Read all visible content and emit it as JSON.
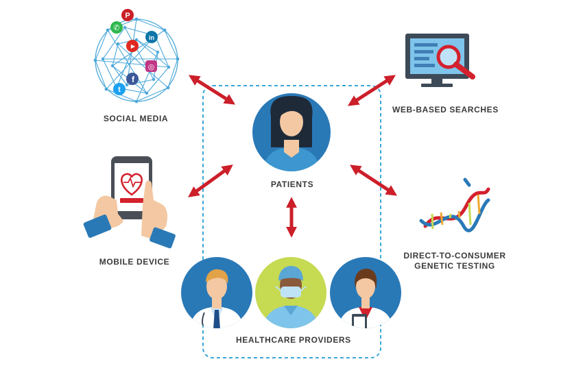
{
  "nodes": {
    "social_media": {
      "label": "SOCIAL MEDIA",
      "icon": "social-network-globe-icon"
    },
    "web_searches": {
      "label": "WEB-BASED SEARCHES",
      "icon": "monitor-magnifier-icon"
    },
    "patients": {
      "label": "PATIENTS",
      "icon": "patient-avatar-icon"
    },
    "mobile_device": {
      "label": "MOBILE DEVICE",
      "icon": "smartphone-heart-icon"
    },
    "dtc_testing": {
      "label_line1": "DIRECT-TO-CONSUMER",
      "label_line2": "GENETIC TESTING",
      "icon": "dna-helix-icon"
    },
    "healthcare_providers": {
      "label": "HEALTHCARE PROVIDERS",
      "icons": [
        "doctor-avatar-icon",
        "surgeon-avatar-icon",
        "nurse-avatar-icon"
      ]
    }
  },
  "social_icons": {
    "pinterest": "P",
    "whatsapp": "✆",
    "linkedin": "in",
    "youtube": "▶",
    "instagram": "◎",
    "facebook": "f",
    "twitter": "t"
  },
  "colors": {
    "arrow": "#cc1f2a",
    "avatar_background": "#2a79b7",
    "surgeon_background": "#c6da52",
    "dashed_border": "#3aa6d8",
    "network": "#4ba8d9",
    "monitor_frame": "#3d4a57",
    "monitor_screen": "#7fc4ea",
    "label_text": "#3a3a3a"
  }
}
